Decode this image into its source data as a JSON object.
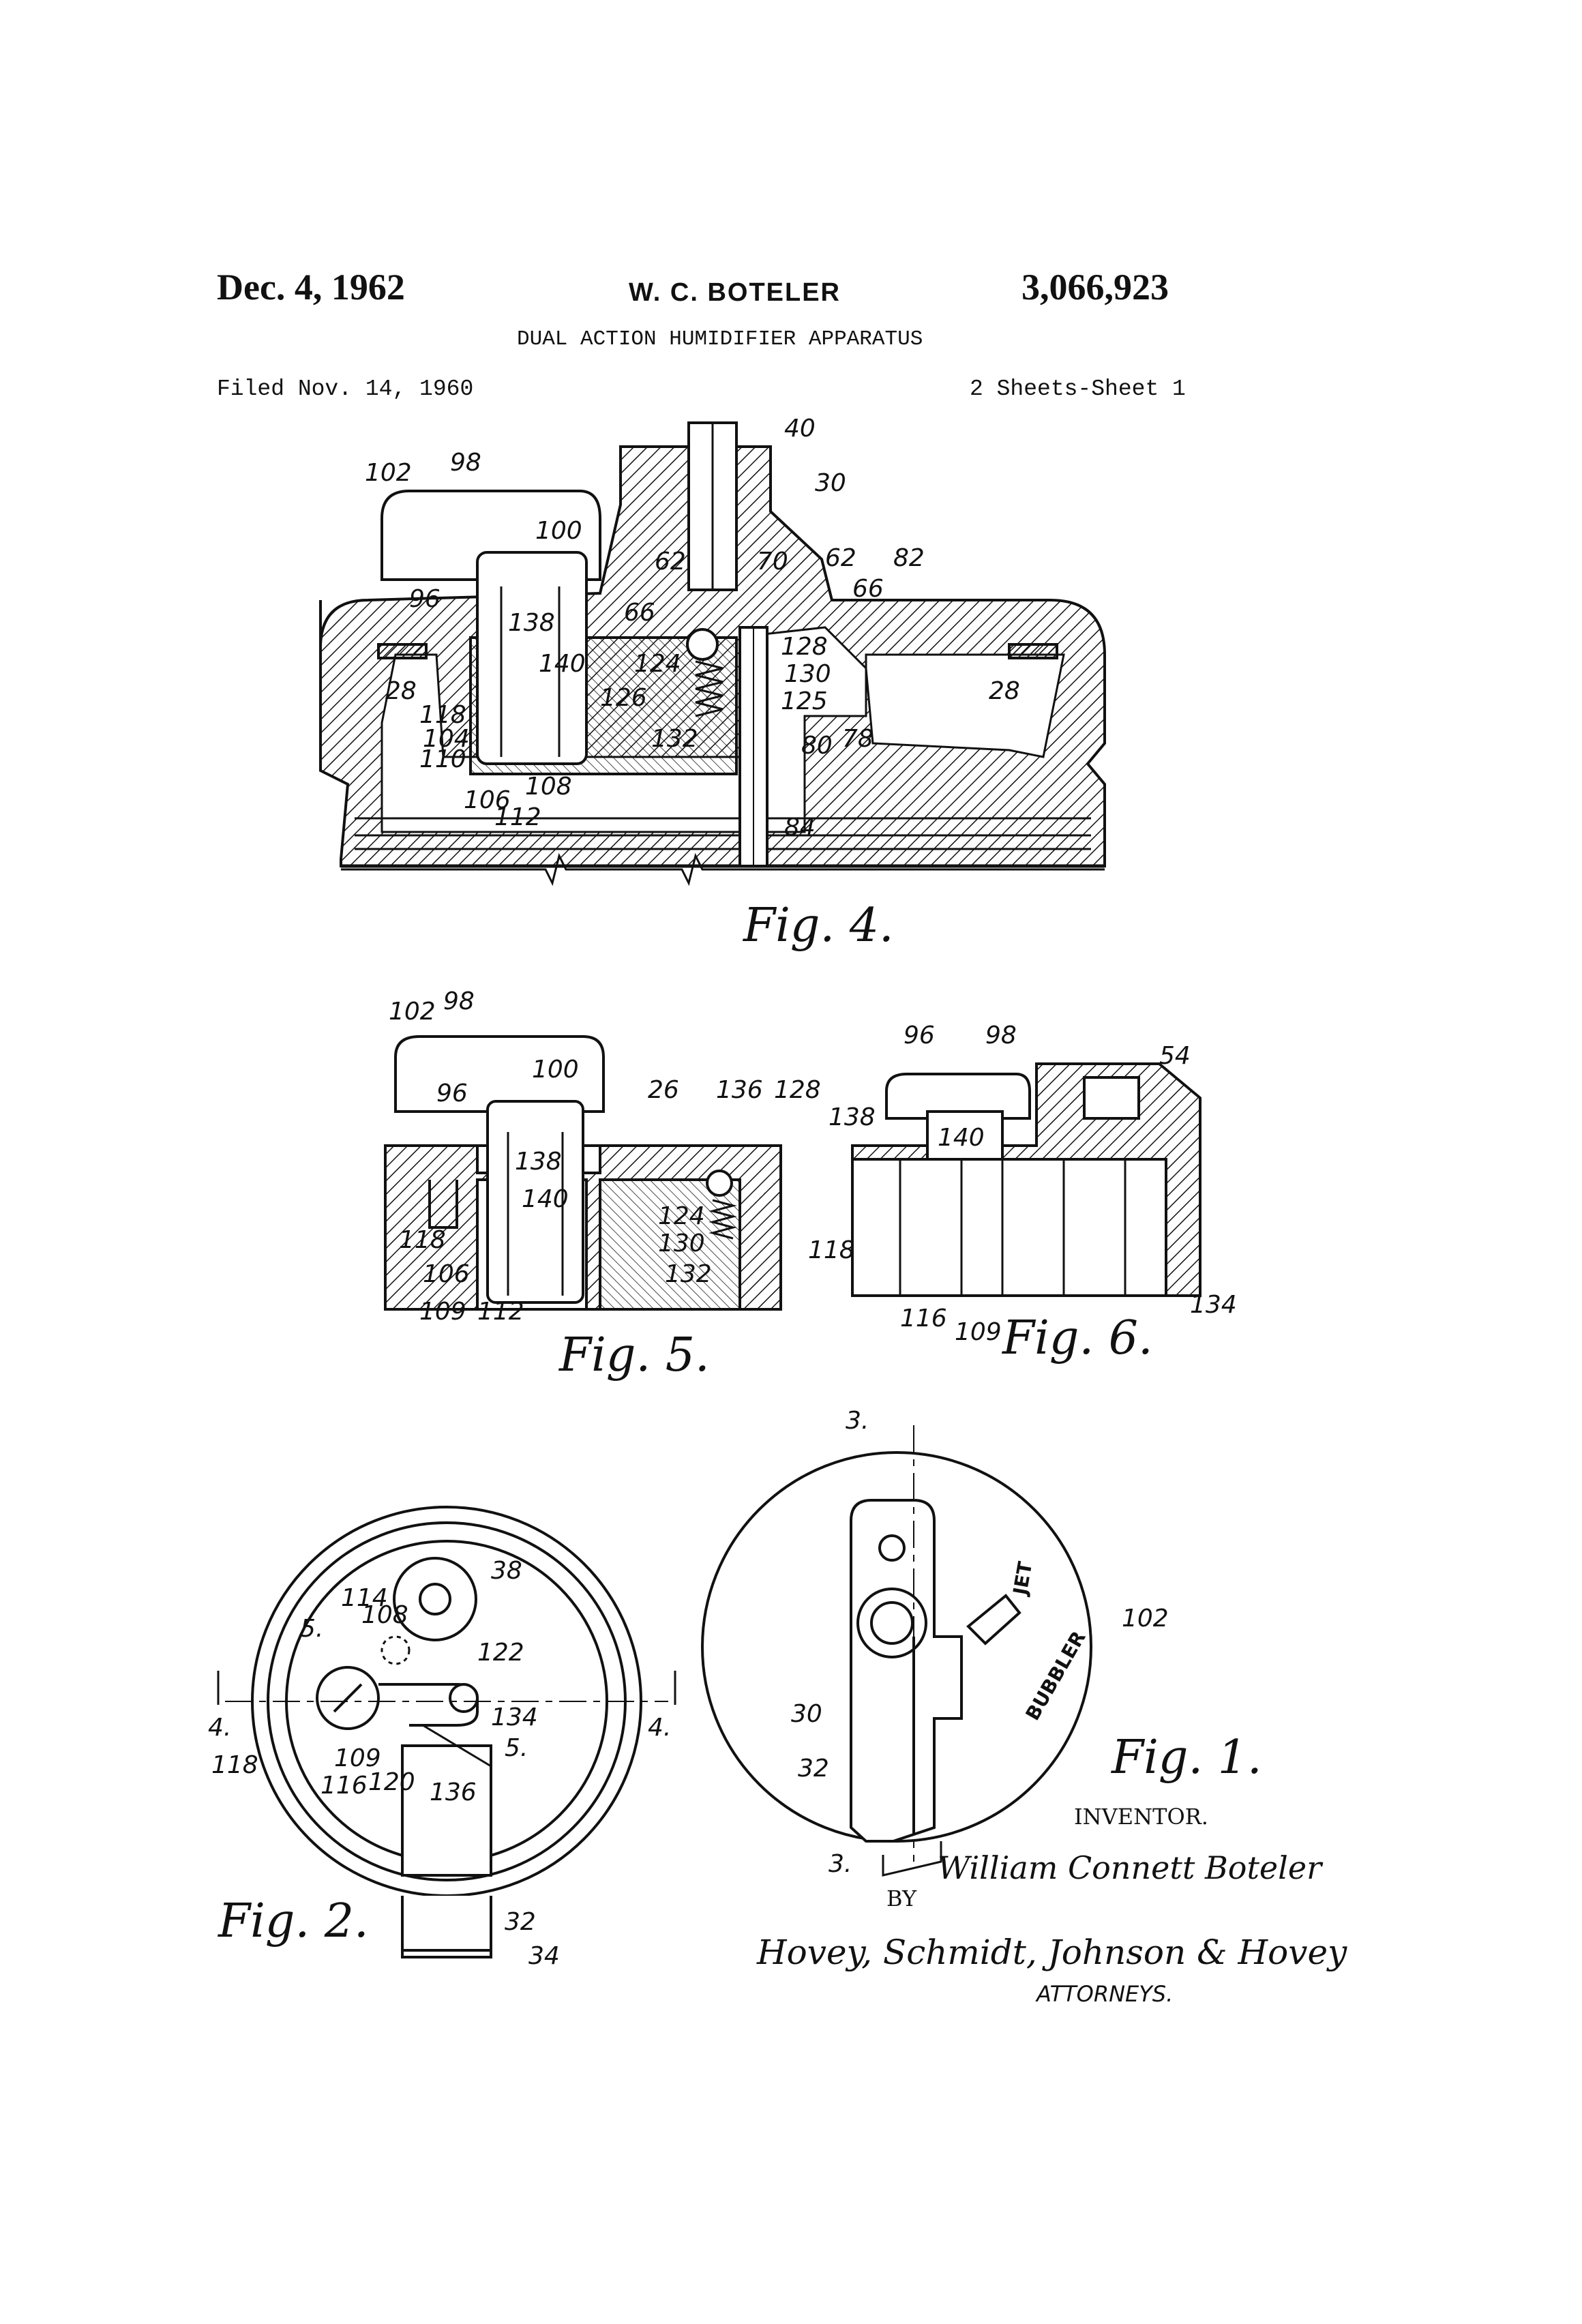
{
  "header": {
    "date": "Dec. 4, 1962",
    "inventor": "W. C. BOTELER",
    "patent_number": "3,066,923",
    "title": "DUAL ACTION HUMIDIFIER APPARATUS",
    "filed": "Filed Nov. 14, 1960",
    "sheets": "2 Sheets-Sheet 1"
  },
  "figures": {
    "fig4": {
      "label": "Fig. 4.",
      "refs": [
        "102",
        "98",
        "40",
        "30",
        "100",
        "62",
        "82",
        "70",
        "96",
        "66",
        "66",
        "62",
        "138",
        "128",
        "140",
        "124",
        "130",
        "125",
        "126",
        "28",
        "118",
        "104",
        "110",
        "132",
        "80",
        "78",
        "28",
        "106",
        "108",
        "112",
        "84"
      ]
    },
    "fig5": {
      "label": "Fig. 5.",
      "refs": [
        "102",
        "98",
        "100",
        "26",
        "136",
        "128",
        "96",
        "138",
        "140",
        "124",
        "130",
        "118",
        "106",
        "132",
        "109",
        "112"
      ]
    },
    "fig6": {
      "label": "Fig. 6.",
      "refs": [
        "96",
        "98",
        "54",
        "138",
        "140",
        "118",
        "116",
        "109",
        "134"
      ]
    },
    "fig2": {
      "label": "Fig. 2.",
      "refs": [
        "114",
        "108",
        "38",
        "5.",
        "122",
        "4.",
        "4.",
        "134",
        "118",
        "109",
        "5.",
        "116",
        "120",
        "136",
        "32",
        "34"
      ]
    },
    "fig1": {
      "label": "Fig. 1.",
      "refs": [
        "3.",
        "102",
        "30",
        "32",
        "3."
      ],
      "dial_text": [
        "JET",
        "BUBBLER"
      ]
    }
  },
  "signature": {
    "inventor_label": "INVENTOR.",
    "inventor_name": "William Connett Boteler",
    "by_label": "BY",
    "attorneys_script": "Hovey, Schmidt, Johnson & Hovey",
    "attorneys_label": "ATTORNEYS."
  }
}
